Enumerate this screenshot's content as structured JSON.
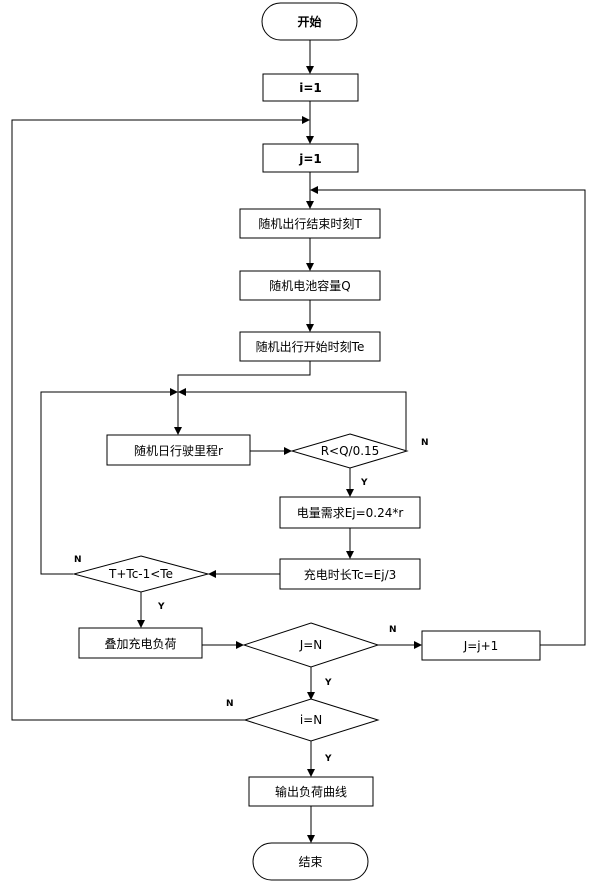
{
  "nodes": {
    "start": "开始",
    "i_init": "i=1",
    "j_init": "j=1",
    "random_end_time": "随机出行结束时刻T",
    "random_battery": "随机电池容量Q",
    "random_start_time": "随机出行开始时刻Te",
    "random_mileage": "随机日行驶里程r",
    "cond_rq": "R<Q/0.15",
    "energy_demand": "电量需求Ej=0.24*r",
    "charge_time": "充电时长Tc=Ej/3",
    "cond_time": "T+Tc-1<Te",
    "accumulate_load": "叠加充电负荷",
    "cond_j": "J=N",
    "j_increment": "J=j+1",
    "cond_i": "i=N",
    "output_curve": "输出负荷曲线",
    "end": "结束"
  },
  "labels": {
    "yes": "Y",
    "no": "N"
  }
}
